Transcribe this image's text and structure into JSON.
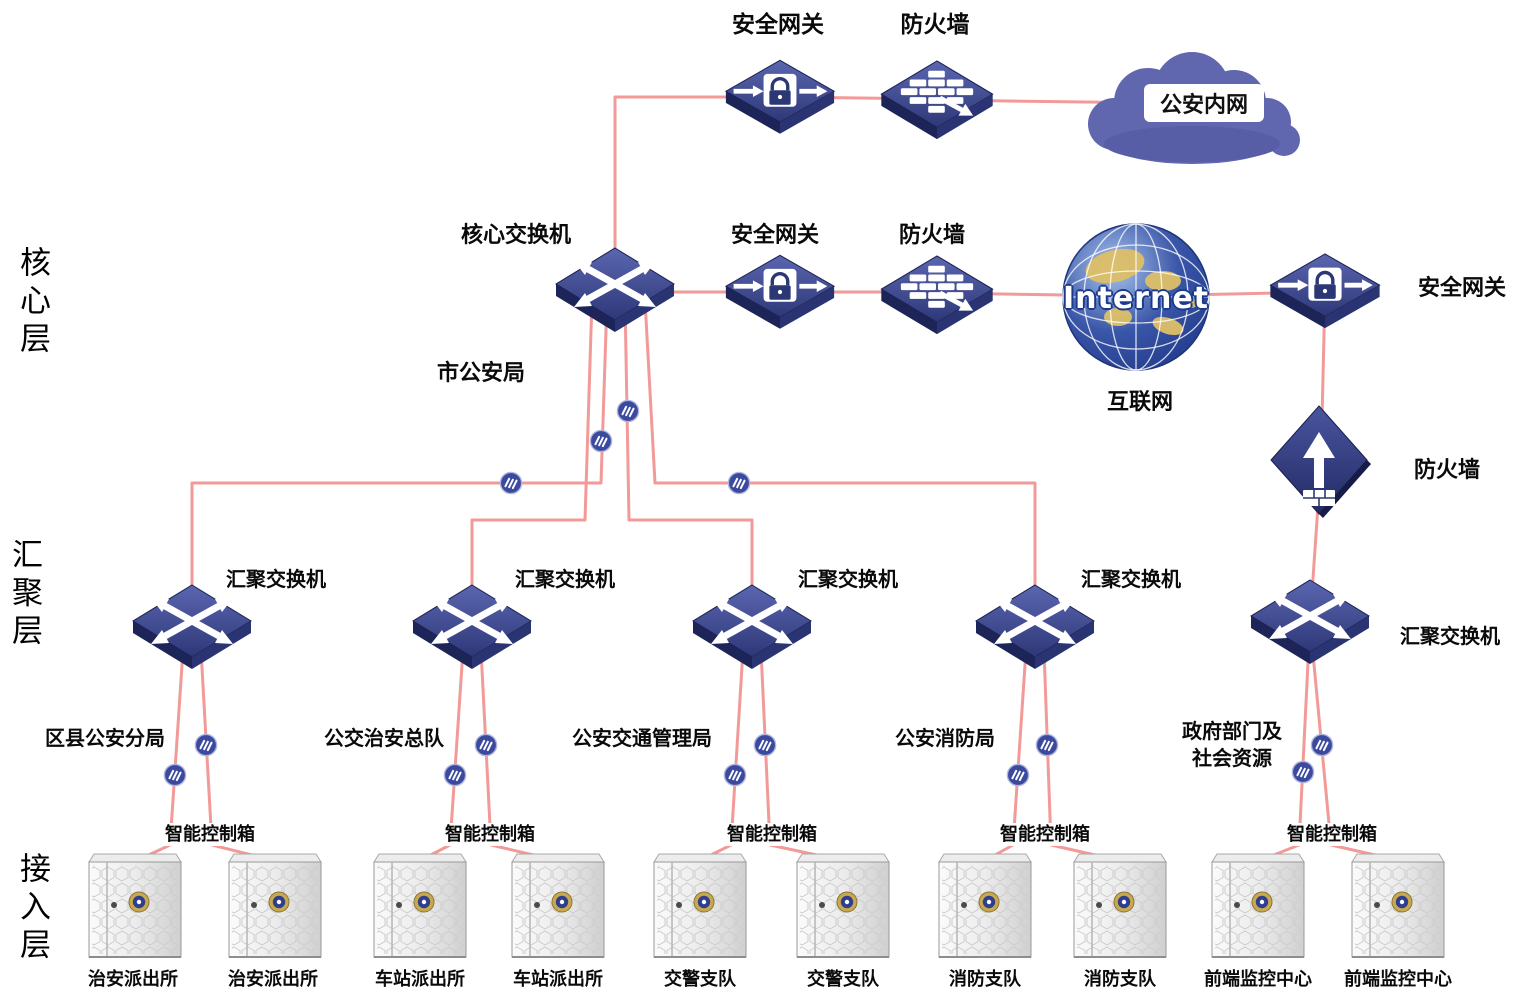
{
  "colors": {
    "link": "#f29a97",
    "device_navy": "#39437f",
    "cloud_blue": "#6067ae",
    "globe_land": "#ddc067"
  },
  "layers": {
    "core": "核心层",
    "aggregation": "汇聚层",
    "access": "接入层"
  },
  "core_layer": {
    "intranet_gateway_label": "安全网关",
    "intranet_firewall_label": "防火墙",
    "intranet_cloud": "公安内网",
    "core_switch": "核心交换机",
    "city_bureau": "市公安局",
    "internet_gateway_label": "安全网关",
    "internet_firewall_label": "防火墙",
    "globe_text": "Internet",
    "internet_label": "互联网",
    "right_gateway_label": "安全网关",
    "right_firewall_label": "防火墙"
  },
  "aggregation_layer": {
    "switch_label": "汇聚交换机",
    "right_switch_label": "汇聚交换机",
    "groups": [
      {
        "org": "区县公安分局",
        "box": "智能控制箱",
        "site1": "治安派出所",
        "site2": "治安派出所"
      },
      {
        "org": "公交治安总队",
        "box": "智能控制箱",
        "site1": "车站派出所",
        "site2": "车站派出所"
      },
      {
        "org": "公安交通管理局",
        "box": "智能控制箱",
        "site1": "交警支队",
        "site2": "交警支队"
      },
      {
        "org": "公安消防局",
        "box": "智能控制箱",
        "site1": "消防支队",
        "site2": "消防支队"
      },
      {
        "org": "政府部门及\n社会资源",
        "box": "智能控制箱",
        "site1": "前端监控中心",
        "site2": "前端监控中心"
      }
    ]
  }
}
